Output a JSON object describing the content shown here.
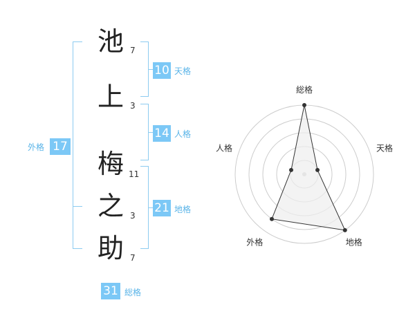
{
  "name": {
    "chars": [
      {
        "char": "池",
        "strokes": "7"
      },
      {
        "char": "上",
        "strokes": "3"
      },
      {
        "char": "梅",
        "strokes": "11"
      },
      {
        "char": "之",
        "strokes": "3"
      },
      {
        "char": "助",
        "strokes": "7"
      }
    ]
  },
  "fortune": {
    "tenkaku": {
      "value": "10",
      "label": "天格"
    },
    "jinkaku": {
      "value": "14",
      "label": "人格"
    },
    "chikaku": {
      "value": "21",
      "label": "地格"
    },
    "gaikaku": {
      "value": "17",
      "label": "外格"
    },
    "soukaku": {
      "value": "31",
      "label": "総格"
    }
  },
  "colors": {
    "accent": "#7cc8f6",
    "bracket": "#8ccbf0",
    "label": "#5ab4e8",
    "grid": "#cccccc",
    "fill": "#eeeeee",
    "stroke": "#333333"
  },
  "chart_data": {
    "type": "radar",
    "axes": [
      "総格",
      "天格",
      "地格",
      "外格",
      "人格"
    ],
    "values": [
      5,
      1,
      5,
      4,
      1
    ],
    "rmax": 5,
    "rings": 5,
    "grid": true
  }
}
